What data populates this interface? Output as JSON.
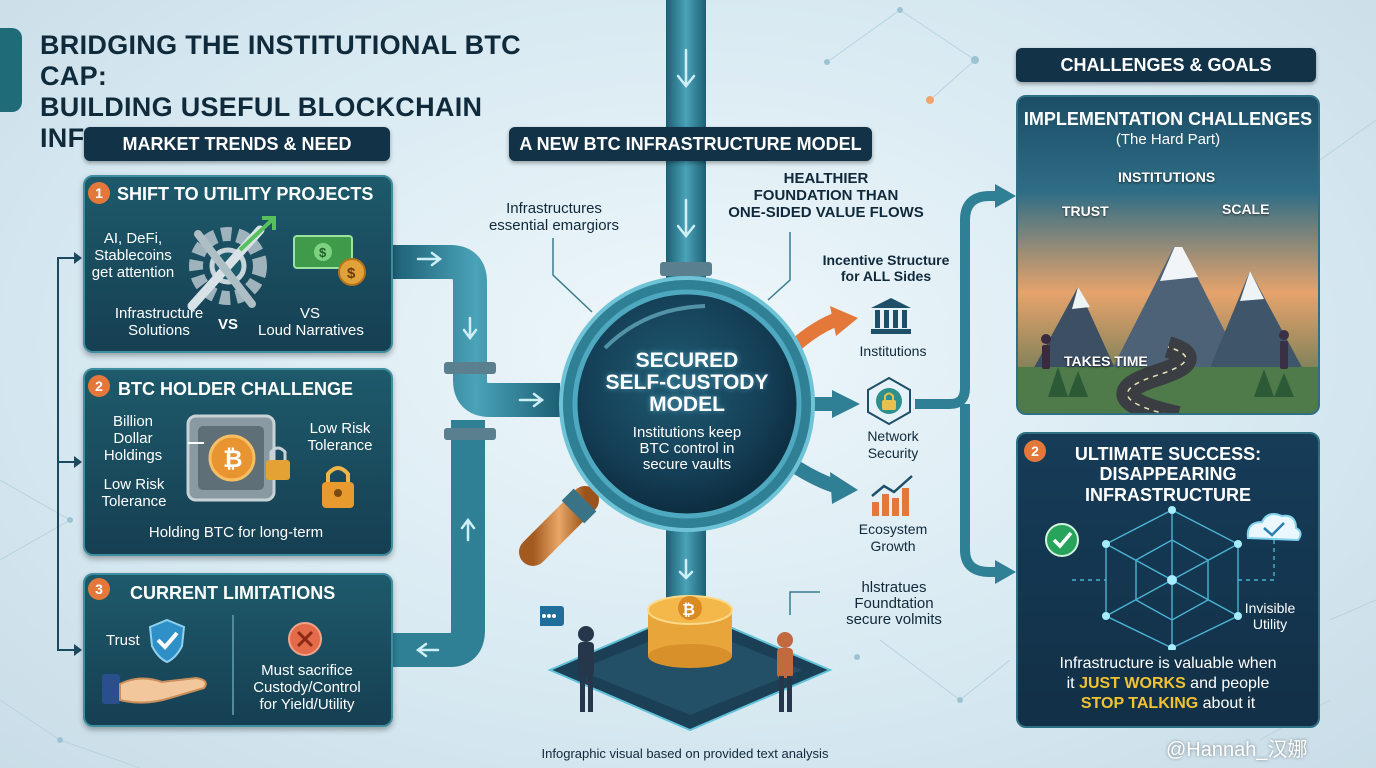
{
  "title": {
    "line1": "BRIDGING THE INSTITUTIONAL BTC CAP:",
    "line2": "BUILDING USEFUL BLOCKCHAIN",
    "line3": "INFRASTRUCTURE"
  },
  "left": {
    "header": "MARKET TRENDS & NEED",
    "card1": {
      "num": "1",
      "title": "SHIFT TO UTILITY PROJECTS",
      "attention": [
        "AI, DeFi,",
        "Stablecoins",
        "get attention"
      ],
      "infra": [
        "Infrastructure",
        "Solutions"
      ],
      "vs1": "VS",
      "vs2": "VS",
      "loud": "Loud Narratives"
    },
    "card2": {
      "num": "2",
      "title": "BTC HOLDER CHALLENGE",
      "holdings": [
        "Billion",
        "Dollar",
        "Holdings"
      ],
      "risk1": [
        "Low Risk",
        "Tolerance"
      ],
      "risk2": [
        "Low Risk",
        "Tolerance"
      ],
      "caption": "Holding BTC for long-term"
    },
    "card3": {
      "num": "3",
      "title": "CURRENT LIMITATIONS",
      "trust": "Trust",
      "sacrifice": [
        "Must sacrifice",
        "Custody/Control",
        "for Yield/Utility"
      ]
    }
  },
  "center": {
    "header": "A NEW BTC INFRASTRUCTURE MODEL",
    "note_left": [
      "Infrastructures",
      "essential emargiors"
    ],
    "note_right": [
      "HEALTHIER",
      "FOUNDATION THAN",
      "ONE-SIDED VALUE FLOWS"
    ],
    "lens_title": [
      "SECURED",
      "SELF-CUSTODY",
      "MODEL"
    ],
    "lens_sub": [
      "Institutions keep",
      "BTC control in",
      "secure vaults"
    ],
    "note_bottom": [
      "hlstratues",
      "Foundtation",
      "secure volmits"
    ],
    "caption": "Infographic visual based on provided text analysis"
  },
  "outputs": {
    "incentive": [
      "Incentive Structure",
      "for ALL Sides"
    ],
    "institutions": "Institutions",
    "network": [
      "Network",
      "Security"
    ],
    "ecosystem": [
      "Ecosystem",
      "Growth"
    ]
  },
  "right": {
    "header": "CHALLENGES & GOALS",
    "top": {
      "title": "IMPLEMENTATION CHALLENGES",
      "subtitle": "(The Hard Part)",
      "peak_center": "INSTITUTIONS",
      "peak_left": "TRUST",
      "peak_right": "SCALE",
      "road": "TAKES TIME"
    },
    "bottom": {
      "num": "2",
      "title1": "ULTIMATE SUCCESS:",
      "title2": "DISAPPEARING INFRASTRUCTURE",
      "invisible": [
        "Invisible",
        "Utility"
      ],
      "msg1": "Infrastructure is valuable when",
      "msg2_a": "it ",
      "msg2_b": "JUST WORKS",
      "msg2_c": " and people",
      "msg3_a": "STOP TALKING",
      "msg3_b": " about it"
    }
  },
  "watermark": "@Hannah_汉娜",
  "colors": {
    "navy": "#123247",
    "teal": "#1d5a6b",
    "orange": "#e4783a",
    "highlight": "#f1c232",
    "pipe": "#2f7f95"
  }
}
